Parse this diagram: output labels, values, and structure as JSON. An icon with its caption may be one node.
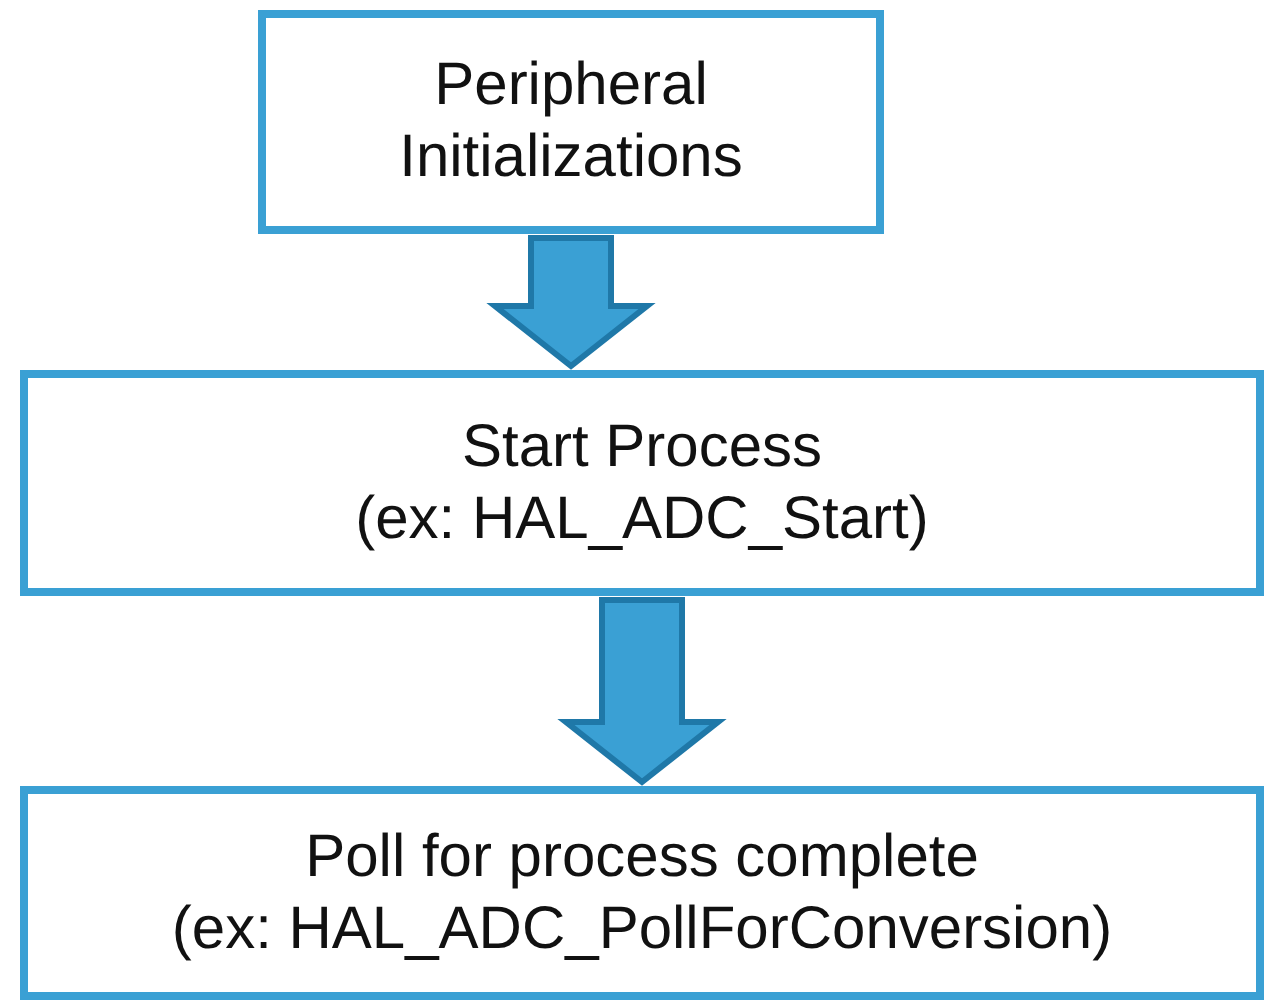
{
  "diagram": {
    "nodes": [
      {
        "text": [
          "Peripheral Initializations"
        ]
      },
      {
        "text": [
          "Start Process",
          "(ex: HAL_ADC_Start)"
        ]
      },
      {
        "text": [
          "Poll for process complete",
          "(ex: HAL_ADC_PollForConversion)"
        ]
      }
    ],
    "edges": [
      {
        "from": 0,
        "to": 1,
        "arrow": "to"
      },
      {
        "from": 1,
        "to": 2,
        "arrow": "to"
      }
    ]
  }
}
